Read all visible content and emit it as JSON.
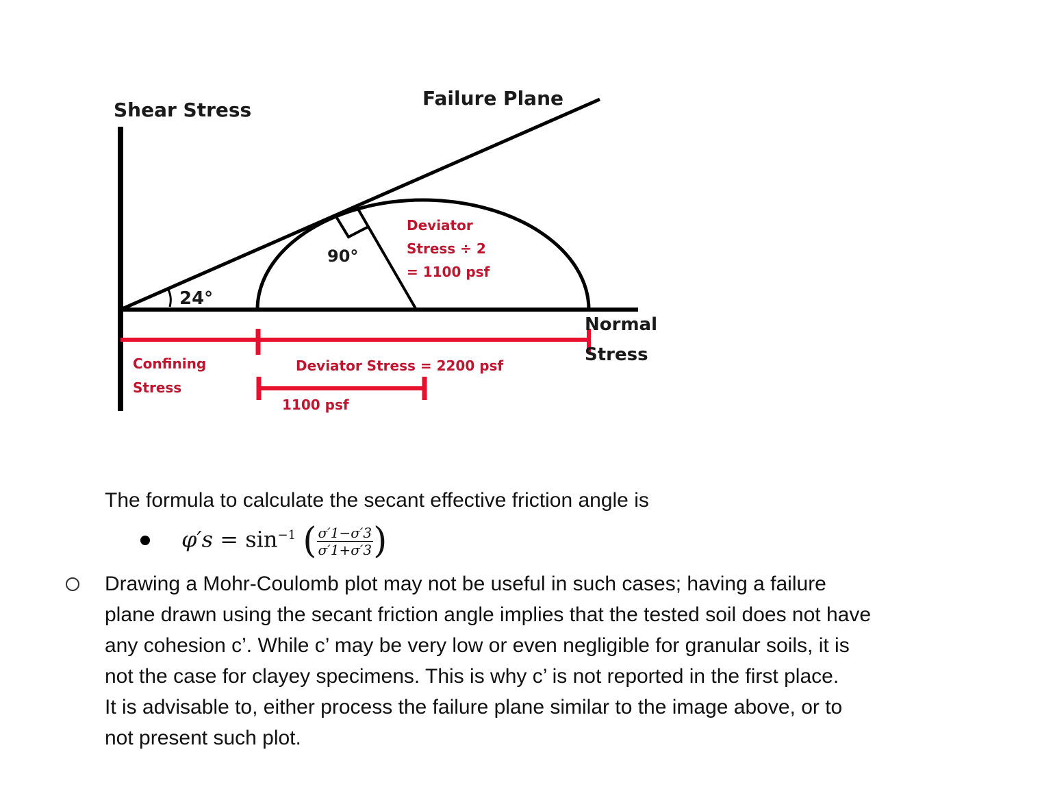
{
  "diagram": {
    "y_axis_label": "Shear Stress",
    "failure_plane_label": "Failure Plane",
    "deviator_half_lines": [
      "Deviator",
      "Stress ÷ 2",
      "= 1100 psf"
    ],
    "right_angle_label": "90°",
    "friction_angle_label": "24°",
    "x_axis_label_lines": [
      "Normal",
      "Stress"
    ],
    "confining_label_lines": [
      "Confining",
      "Stress"
    ],
    "deviator_total_label": "Deviator Stress = 2200 psf",
    "radius_label": "1100 psf",
    "colors": {
      "axis": "#000000",
      "annotation_red": "#e8102f",
      "red_text": "#c0152f"
    }
  },
  "intro_text": "The formula to calculate the secant effective friction angle is",
  "formula": {
    "lhs": "φ′s",
    "eq": "= sin",
    "exp": "−1",
    "numerator": "σ′1−σ′3",
    "denominator": "σ′1+σ′3"
  },
  "paragraph_lines": [
    "Drawing a Mohr-Coulomb plot may not be useful in such cases; having a failure",
    "plane drawn using the secant friction angle implies that the tested soil does not have",
    "any cohesion c’. While c’ may be very low or even negligible for granular soils, it is",
    "not the case for clayey specimens. This is why c’ is not reported in the first place.",
    "It is advisable to, either process the failure plane similar to the image above, or to",
    "not present such plot."
  ]
}
